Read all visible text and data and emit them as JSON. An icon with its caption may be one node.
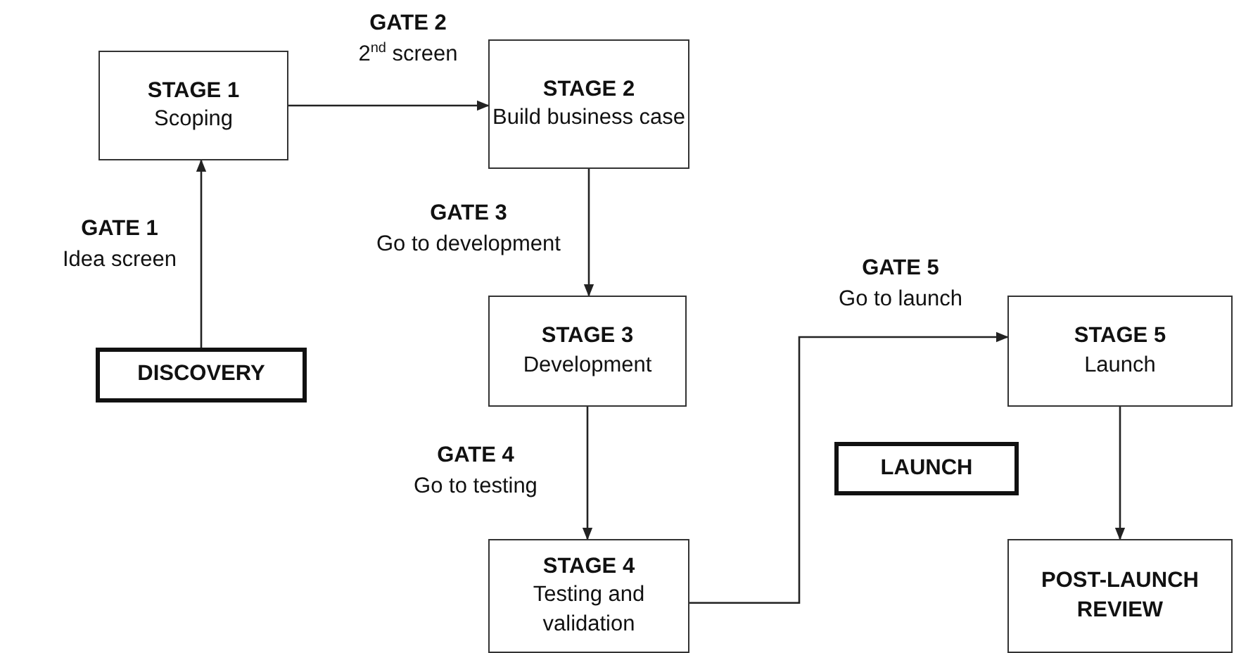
{
  "diagram": {
    "nodes": [
      {
        "text": [
          "DISCOVERY"
        ]
      },
      {
        "text": [
          "STAGE 1",
          "Scoping"
        ]
      },
      {
        "text": [
          "STAGE 2",
          "Build business case"
        ]
      },
      {
        "text": [
          "STAGE 3",
          "Development"
        ]
      },
      {
        "text": [
          "STAGE 4",
          "Testing and validation"
        ]
      },
      {
        "text": [
          "STAGE 5",
          "Launch"
        ]
      },
      {
        "text": [
          "LAUNCH"
        ]
      },
      {
        "text": [
          "POST-LAUNCH REVIEW"
        ]
      }
    ],
    "edges": [
      {
        "from": 0,
        "to": 1,
        "arrow": "to",
        "label": "**GATE 1** Idea screen"
      },
      {
        "from": 1,
        "to": 2,
        "arrow": "to",
        "label": "**GATE 2** 2$^{nd}$ screen"
      },
      {
        "from": 2,
        "to": 3,
        "arrow": "to",
        "label": "**GATE 3** Go to development"
      },
      {
        "from": 3,
        "to": 4,
        "arrow": "to",
        "label": "**GATE 4** Go to testing"
      },
      {
        "from": 4,
        "to": 5,
        "arrow": "to",
        "label": "**GATE 5** Go to launch"
      },
      {
        "from": 5,
        "to": 7,
        "arrow": "to"
      }
    ]
  }
}
